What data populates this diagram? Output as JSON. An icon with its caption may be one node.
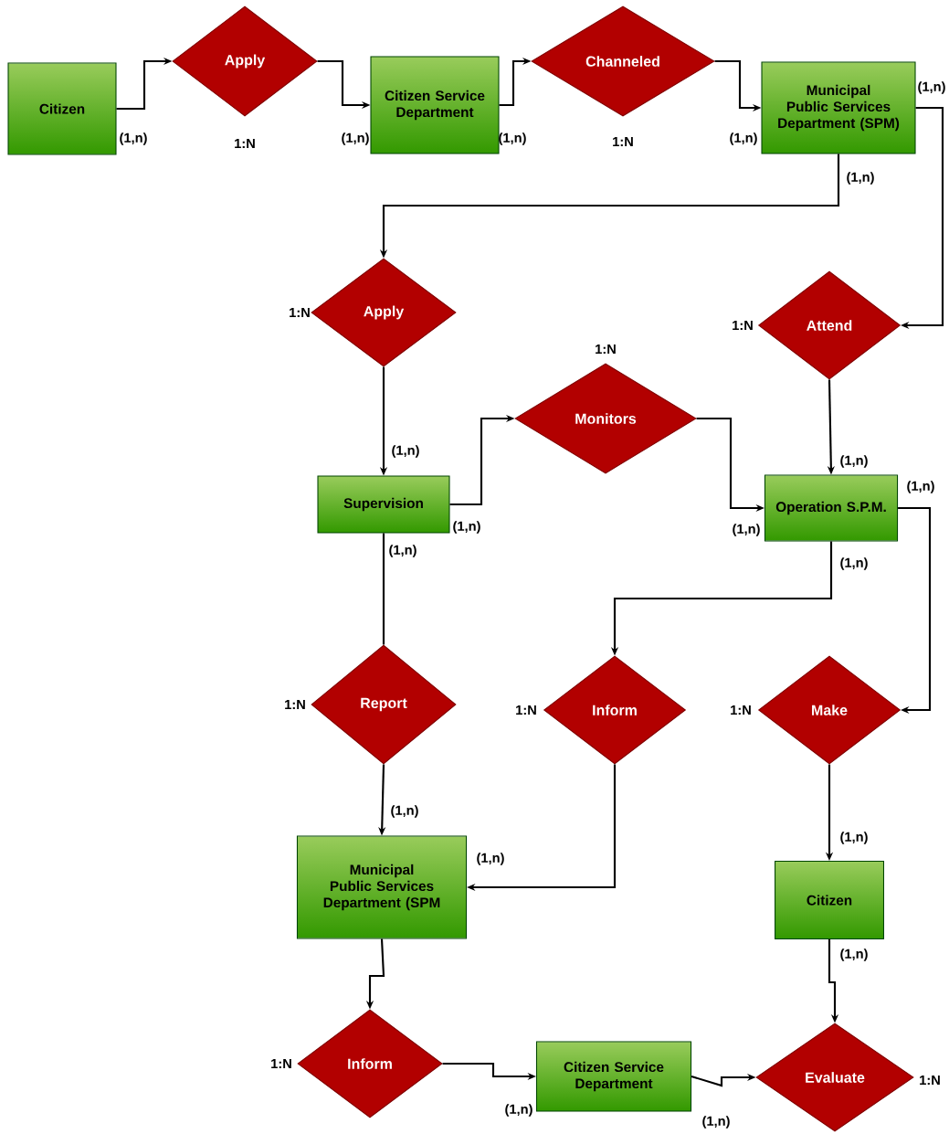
{
  "diagram": {
    "nodes": [
      {
        "text": [
          "Citizen"
        ]
      },
      {
        "text": [
          "Apply"
        ],
        "beside": [
          "1:N"
        ]
      },
      {
        "text": [
          "Citizen Service Department"
        ]
      },
      {
        "text": [
          "Channeled"
        ],
        "beside": [
          "1:N"
        ]
      },
      {
        "text": [
          "Municipal Public Services Department (SPM)"
        ]
      },
      {
        "text": [
          "Apply"
        ],
        "beside": [
          "1:N"
        ]
      },
      {
        "text": [
          "Attend"
        ],
        "beside": [
          "1:N"
        ]
      },
      {
        "text": [
          "Monitors"
        ],
        "beside": [
          "1:N"
        ]
      },
      {
        "text": [
          "Supervision"
        ]
      },
      {
        "text": [
          "Operation S.P.M."
        ]
      },
      {
        "text": [
          "Report"
        ],
        "beside": [
          "1:N"
        ]
      },
      {
        "text": [
          "Inform"
        ],
        "beside": [
          "1:N"
        ]
      },
      {
        "text": [
          "Make"
        ],
        "beside": [
          "1:N"
        ]
      },
      {
        "text": [
          "Municipal Public Services Department (SPM"
        ]
      },
      {
        "text": [
          "Citizen"
        ]
      },
      {
        "text": [
          "Inform"
        ],
        "beside": [
          "1:N"
        ]
      },
      {
        "text": [
          "Citizen Service Department"
        ]
      },
      {
        "text": [
          "Evaluate"
        ],
        "beside": [
          "1:N"
        ]
      }
    ],
    "edges": [
      {
        "from": 0,
        "to": 1,
        "arrow": "to"
      },
      {
        "from": 1,
        "to": 2,
        "arrow": "to"
      },
      {
        "from": 2,
        "to": 3,
        "arrow": "to"
      },
      {
        "from": 3,
        "to": 4,
        "arrow": "to"
      },
      {
        "from": 4,
        "to": 5,
        "arrow": "to"
      },
      {
        "from": 4,
        "to": 6,
        "arrow": "to"
      },
      {
        "from": 5,
        "to": 8,
        "arrow": "to"
      },
      {
        "from": 8,
        "to": 7,
        "arrow": "to"
      },
      {
        "from": 7,
        "to": 9,
        "arrow": "to"
      },
      {
        "from": 6,
        "to": 9,
        "arrow": "to"
      },
      {
        "from": 9,
        "to": 11,
        "arrow": "to"
      },
      {
        "from": 9,
        "to": 12,
        "arrow": "to"
      },
      {
        "from": 8,
        "to": 10,
        "arrow": "none"
      },
      {
        "from": 10,
        "to": 13,
        "arrow": "to"
      },
      {
        "from": 11,
        "to": 13,
        "arrow": "to"
      },
      {
        "from": 12,
        "to": 14,
        "arrow": "to"
      },
      {
        "from": 13,
        "to": 15,
        "arrow": "to"
      },
      {
        "from": 15,
        "to": 16,
        "arrow": "to"
      },
      {
        "from": 14,
        "to": 17,
        "arrow": "to"
      },
      {
        "from": 16,
        "to": 17,
        "arrow": "to"
      }
    ],
    "labels": [
      "(1,n)",
      "(1,n)",
      "(1,n)",
      "(1,n)",
      "(1,n)",
      "(1,n)",
      "(1,n)",
      "(1,n)",
      "(1,n)",
      "(1,n)",
      "(1,n)",
      "(1,n)",
      "(1,n)",
      "(1,n)",
      "(1,n)",
      "(1,n)",
      "(1,n)",
      "(1,n)",
      "(1,n)"
    ]
  }
}
